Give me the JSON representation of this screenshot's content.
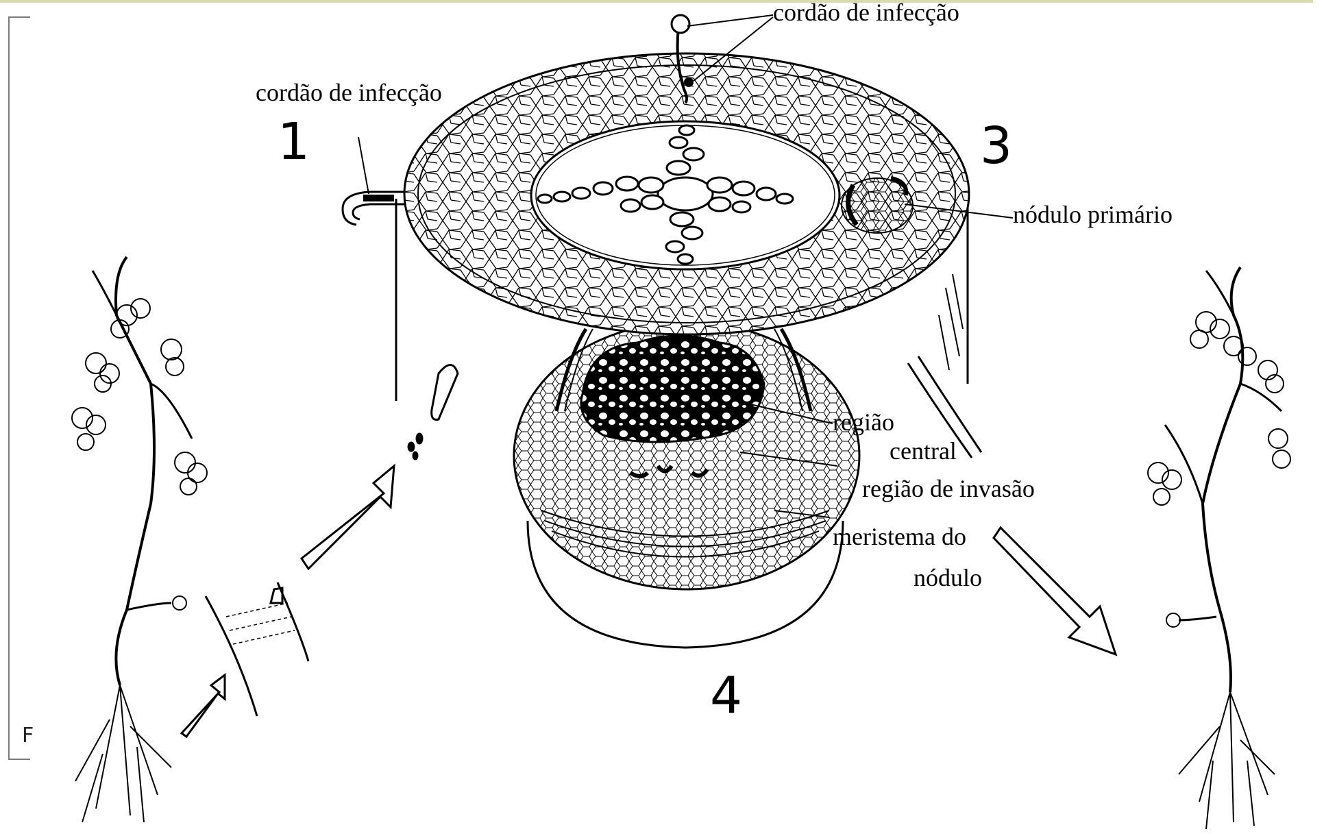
{
  "frame_letter": "F",
  "numbers": {
    "n1": "1",
    "n3": "3",
    "n4": "4"
  },
  "labels": {
    "cordao_top": "cordão de infecção",
    "cordao_left": "cordão de infecção",
    "nodulo_primario": "nódulo primário",
    "regiao": "região",
    "central": "central",
    "regiao_invasao": "região de invasão",
    "meristema": "meristema do",
    "nodulo": "nódulo"
  }
}
